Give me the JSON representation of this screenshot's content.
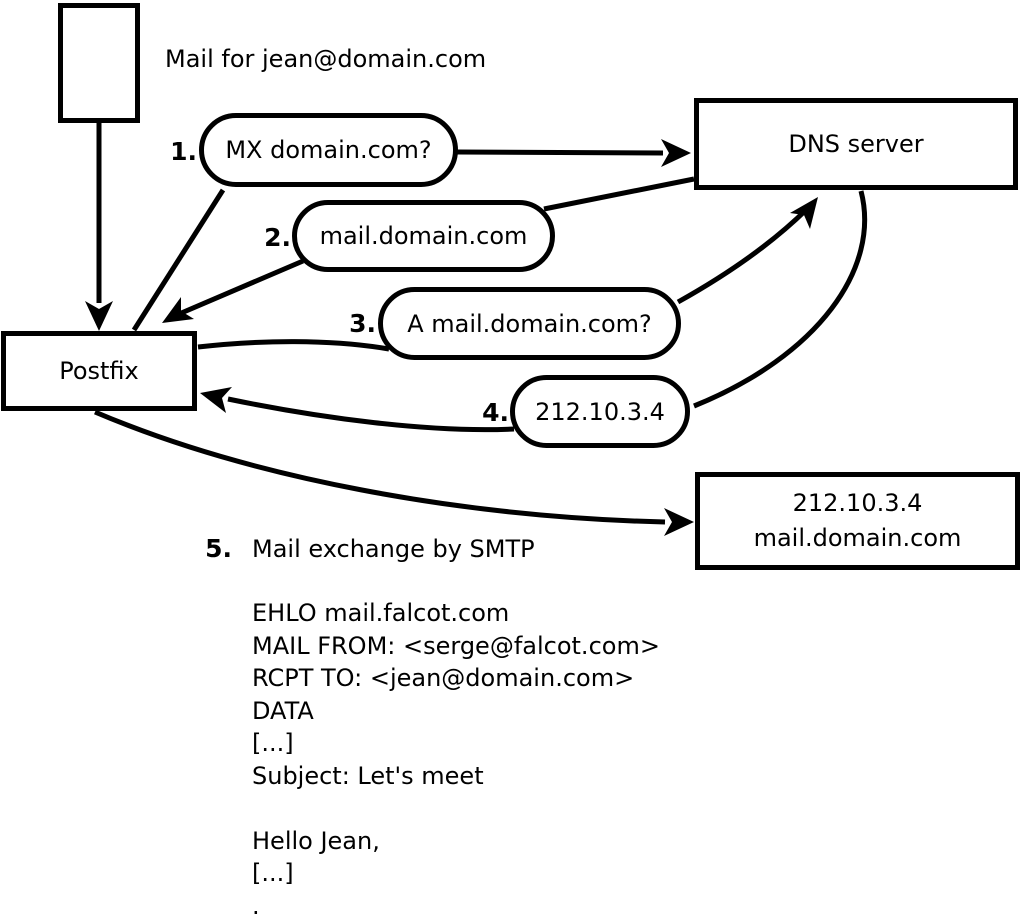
{
  "diagram": {
    "annotation": "Mail for jean@domain.com",
    "nodes": {
      "postfix_label": "Postfix",
      "dns_label": "DNS server",
      "mail_server_line1": "212.10.3.4",
      "mail_server_line2": "mail.domain.com"
    },
    "steps": [
      {
        "number": "1.",
        "label": "MX domain.com?"
      },
      {
        "number": "2.",
        "label": "mail.domain.com"
      },
      {
        "number": "3.",
        "label": "A mail.domain.com?"
      },
      {
        "number": "4.",
        "label": "212.10.3.4"
      },
      {
        "number": "5.",
        "label": "Mail exchange by SMTP"
      }
    ],
    "smtp_session": [
      "EHLO mail.falcot.com",
      "MAIL FROM: <serge@falcot.com>",
      "RCPT TO: <jean@domain.com>",
      "DATA",
      "[...]",
      "Subject: Let's meet",
      "",
      "Hello Jean,",
      "[...]",
      "."
    ],
    "colors": {
      "stroke": "#000000",
      "background": "#ffffff"
    }
  }
}
